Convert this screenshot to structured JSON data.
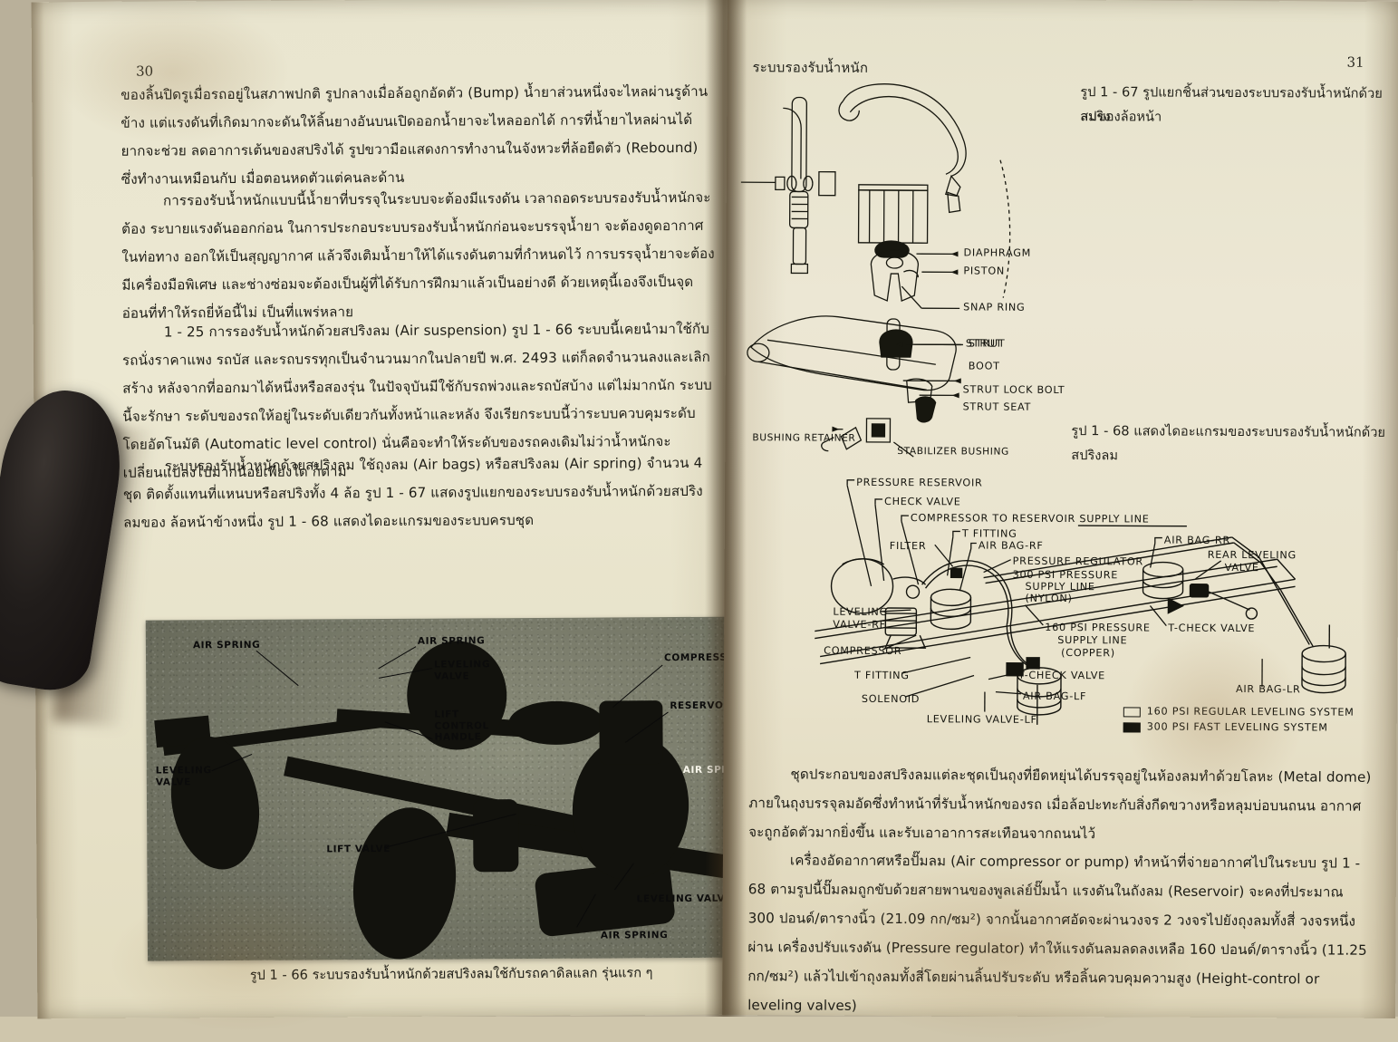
{
  "document": {
    "type": "scanned-textbook-spread",
    "language": "Thai",
    "subject": "Automotive suspension systems"
  },
  "left_page": {
    "page_number": "30",
    "paragraphs": [
      "ของลิ้นปิดรูเมื่อรถอยู่ในสภาพปกติ  รูปกลางเมื่อล้อถูกอัดตัว (Bump) น้ำยาส่วนหนึ่งจะไหลผ่านรูด้านข้าง แต่แรงดันที่เกิดมากจะดันให้ลิ้นยางอันบนเปิดออกน้ำยาจะไหลออกได้  การที่น้ำยาไหลผ่านได้ยากจะช่วย ลดอาการเต้นของสปริงได้ รูปขวามือแสดงการทำงานในจังหวะที่ล้อยืดตัว (Rebound) ซึ่งทำงานเหมือนกับ เมื่อตอนหดตัวแต่คนละด้าน",
      "การรองรับน้ำหนักแบบนี้น้ำยาที่บรรจุในระบบจะต้องมีแรงดัน   เวลาถอดระบบรองรับน้ำหนักจะต้อง ระบายแรงดันออกก่อน  ในการประกอบระบบรองรับน้ำหนักก่อนจะบรรจุน้ำยา จะต้องดูดอากาศในท่อทาง ออกให้เป็นสุญญากาศ แล้วจึงเติมน้ำยาให้ได้แรงดันตามที่กำหนดไว้  การบรรจุน้ำยาจะต้องมีเครื่องมือพิเศษ และช่างซ่อมจะต้องเป็นผู้ที่ได้รับการฝึกมาแล้วเป็นอย่างดี  ด้วยเหตุนี้เองจึงเป็นจุดอ่อนที่ทำให้รถยี่ห้อนี้ไม่ เป็นที่แพร่หลาย",
      "1 - 25  การรองรับน้ำหนักด้วยสปริงลม (Air suspension) รูป 1 - 66  ระบบนี้เคยนำมาใช้กับ รถนั่งราคาแพง รถบัส และรถบรรทุกเป็นจำนวนมากในปลายปี พ.ศ. 2493 แต่ก็ลดจำนวนลงและเลิกสร้าง หลังจากที่ออกมาได้หนึ่งหรือสองรุ่น  ในปัจจุบันมีใช้กับรถพ่วงและรถบัสบ้าง แต่ไม่มากนัก  ระบบนี้จะรักษา ระดับของรถให้อยู่ในระดับเดียวกันทั้งหน้าและหลัง  จึงเรียกระบบนี้ว่าระบบควบคุมระดับโดยอัตโนมัติ (Automatic level control) นั่นคือจะทำให้ระดับของรถคงเดิมไม่ว่าน้ำหนักจะเปลี่ยนแปลงไปมากน้อยเพียงใด ก็ตาม",
      "ระบบรองรับน้ำหนักด้วยสปริงลม ใช้ถุงลม (Air bags) หรือสปริงลม (Air spring) จำนวน 4 ชุด ติดตั้งแทนที่แหนบหรือสปริงทั้ง 4 ล้อ  รูป 1 - 67 แสดงรูปแยกของระบบรองรับน้ำหนักด้วยสปริงลมของ ล้อหน้าข้างหนึ่ง  รูป 1 - 68 แสดงไดอะแกรมของระบบครบชุด"
    ],
    "figure_66": {
      "caption": "รูป 1 - 66 ระบบรองรับน้ำหนักด้วยสปริงลมใช้กับรถคาดิลแลก รุ่นแรก ๆ",
      "labels": [
        "AIR SPRING",
        "AIR SPRING",
        "LEVELING VALVE",
        "COMPRESSOR",
        "RESERVOIR",
        "LIFT CONTROL HANDLE",
        "LEVELING VALVE",
        "AIR SPRING",
        "LIFT VALVE",
        "LEVELING VALVE",
        "AIR SPRING"
      ]
    }
  },
  "right_page": {
    "page_number": "31",
    "running_head": "ระบบรองรับน้ำหนัก",
    "figure_67": {
      "caption_line1": "รูป 1 - 67 รูปแยกชิ้นส่วนของระบบรองรับน้ำหนักด้วยสปริง",
      "caption_line2": "ลมของล้อหน้า",
      "labels": [
        "DIAPHRAGM",
        "PISTON",
        "SNAP RING",
        "STRUT",
        "BOOT",
        "STRUT LOCK BOLT",
        "STRUT SEAT",
        "BUSHING RETAINER",
        "STABILIZER BUSHING"
      ]
    },
    "figure_68": {
      "caption_line1": "รูป 1 - 68 แสดงไดอะแกรมของระบบรองรับน้ำหนักด้วย",
      "caption_line2": "สปริงลม",
      "labels": [
        "PRESSURE RESERVOIR",
        "CHECK VALVE",
        "COMPRESSOR TO RESERVOIR SUPPLY LINE",
        "T FITTING",
        "FILTER",
        "AIR BAG-RF",
        "PRESSURE REGULATOR",
        "300 PSI PRESSURE",
        "SUPPLY LINE",
        "(NYLON)",
        "AIR BAG-RR",
        "REAR LEVELING",
        "VALVE",
        "LEVELING",
        "VALVE-RF",
        "160 PSI PRESSURE",
        "SUPPLY LINE",
        "(COPPER)",
        "T-CHECK VALVE",
        "COMPRESSOR",
        "T FITTING",
        "T-CHECK VALVE",
        "AIR BAG-LF",
        "SOLENOID",
        "LEVELING VALVE-LF",
        "AIR BAG-LR"
      ],
      "legend": [
        {
          "swatch": "outline",
          "text": "160 PSI REGULAR LEVELING SYSTEM"
        },
        {
          "swatch": "filled",
          "text": "300 PSI FAST LEVELING SYSTEM"
        }
      ]
    },
    "paragraphs": [
      "ชุดประกอบของสปริงลมแต่ละชุดเป็นถุงที่ยืดหยุ่นได้บรรจุอยู่ในห้องลมทำด้วยโลหะ (Metal  dome) ภายในถุงบรรจุลมอัดซึ่งทำหน้าที่รับน้ำหนักของรถ  เมื่อล้อปะทะกับสิ่งกีดขวางหรือหลุมบ่อบนถนน  อากาศ จะถูกอัดตัวมากยิ่งขึ้น  และรับเอาอาการสะเทือนจากถนนไว้",
      "เครื่องอัดอากาศหรือปั๊มลม (Air compressor or pump) ทำหน้าที่จ่ายอากาศไปในระบบ รูป 1 - 68 ตามรูปนี้ปั๊มลมถูกขับด้วยสายพานของพูลเล่ย์ปั๊มน้ำ   แรงดันในถังลม (Reservoir) จะคงที่ประมาณ 300 ปอนด์/ตารางนิ้ว (21.09 กก/ซม²)  จากนั้นอากาศอัดจะผ่านวงจร 2 วงจรไปยังถุงลมทั้งสี่  วงจรหนึ่งผ่าน เครื่องปรับแรงดัน (Pressure regulator) ทำให้แรงดันลมลดลงเหลือ 160 ปอนด์/ตารางนิ้ว (11.25 กก/ซม²) แล้วไปเข้าถุงลมทั้งสี่โดยผ่านลิ้นปรับระดับ หรือลิ้นควบคุมความสูง (Height-control or leveling valves)"
    ]
  },
  "colors": {
    "paper": "#e9e4cd",
    "ink": "#1e1d16",
    "photo_mid": "#7b7d6d",
    "gutter_shadow": "#3c2d19"
  }
}
